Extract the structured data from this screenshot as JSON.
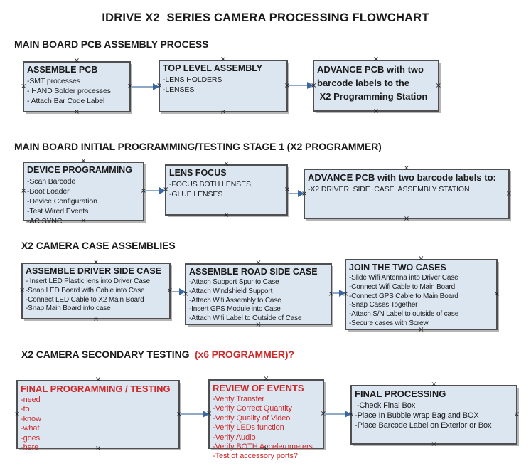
{
  "colors": {
    "box_fill": "#dce6f1",
    "box_border": "#4f4f4f",
    "shadow": "#b5b5b5",
    "arrow_line": "#8ea9c8",
    "arrow_head": "#3a67a3",
    "red": "#cc2b2b"
  },
  "icons": {
    "connection_handle": "×",
    "arrow_head": "▶"
  },
  "title": "IDRIVE X2  SERIES CAMERA PROCESSING FLOWCHART",
  "sections": [
    {
      "heading": "MAIN BOARD PCB ASSEMBLY PROCESS",
      "boxes": [
        {
          "title_lines": [
            "ASSEMBLE PCB"
          ],
          "items": [
            "-SMT processes",
            "- HAND Solder processes",
            "- Attach Bar Code Label"
          ]
        },
        {
          "title_lines": [
            "TOP LEVEL ASSEMBLY"
          ],
          "items": [
            "-LENS HOLDERS",
            "-LENSES"
          ]
        },
        {
          "title_lines": [
            "ADVANCE PCB with two",
            "barcode labels to the",
            " X2 Programming Station"
          ],
          "items": []
        }
      ]
    },
    {
      "heading": "MAIN BOARD INITIAL PROGRAMMING/TESTING STAGE 1 (X2 PROGRAMMER)",
      "boxes": [
        {
          "title_lines": [
            "DEVICE PROGRAMMING"
          ],
          "items": [
            "-Scan Barcode",
            "-Boot Loader",
            "-Device Configuration",
            "-Test Wired Events",
            "-AC SYNC"
          ]
        },
        {
          "title_lines": [
            "LENS FOCUS"
          ],
          "items": [
            "-FOCUS BOTH LENSES",
            "-GLUE LENSES"
          ]
        },
        {
          "title_lines": [
            "ADVANCE PCB with two barcode labels to:"
          ],
          "items": [
            "-X2 DRIVER  SIDE  CASE  ASSEMBLY STATION"
          ]
        }
      ]
    },
    {
      "heading": "X2 CAMERA CASE ASSEMBLIES",
      "boxes": [
        {
          "title_lines": [
            "ASSEMBLE DRIVER SIDE CASE"
          ],
          "items": [
            "- Insert LED Plastic lens into Driver Case",
            "-Snap LED Board with Cable into Case",
            "-Connect LED Cable to X2 Main Board",
            "-Snap Main Board into case"
          ]
        },
        {
          "title_lines": [
            "ASSEMBLE ROAD SIDE CASE"
          ],
          "items": [
            "-Attach Support Spur to Case",
            "-Attach Windshield Support",
            "-Attach Wifi Assembly to Case",
            "-Insert GPS Module into Case",
            "-Attach Wifi Label to Outside of Case"
          ]
        },
        {
          "title_lines": [
            "JOIN THE TWO CASES"
          ],
          "items": [
            "-Slide Wifi Antenna into Driver Case",
            "-Connect Wifi Cable to Main Board",
            "-Connect GPS Cable to Main Board",
            "-Snap Cases Together",
            "-Attach S/N Label to outside of case",
            "-Secure cases with Screw"
          ]
        }
      ]
    },
    {
      "heading": "X2 CAMERA SECONDARY TESTING  ",
      "heading_red": "(x6 PROGRAMMER)?",
      "boxes": [
        {
          "title_lines": [
            "FINAL PROGRAMMING / TESTING"
          ],
          "items": [
            "-need",
            "-to",
            "-know",
            "-what",
            "-goes",
            "-here"
          ]
        },
        {
          "title_lines": [
            "REVIEW OF EVENTS"
          ],
          "items": [
            "-Verify Transfer",
            "-Verify Correct Quantity",
            "-Verify Quality of Video",
            "-Verify LEDs function",
            "-Verify Audio",
            "-Verify BOTH Accelerometers",
            "-Test of accessory ports?"
          ]
        },
        {
          "title_lines": [
            "FINAL PROCESSING"
          ],
          "items": [
            " -Check Final Box",
            "-Place In Bubble wrap Bag and BOX",
            "-Place Barcode Label on Exterior or Box"
          ]
        }
      ]
    }
  ]
}
